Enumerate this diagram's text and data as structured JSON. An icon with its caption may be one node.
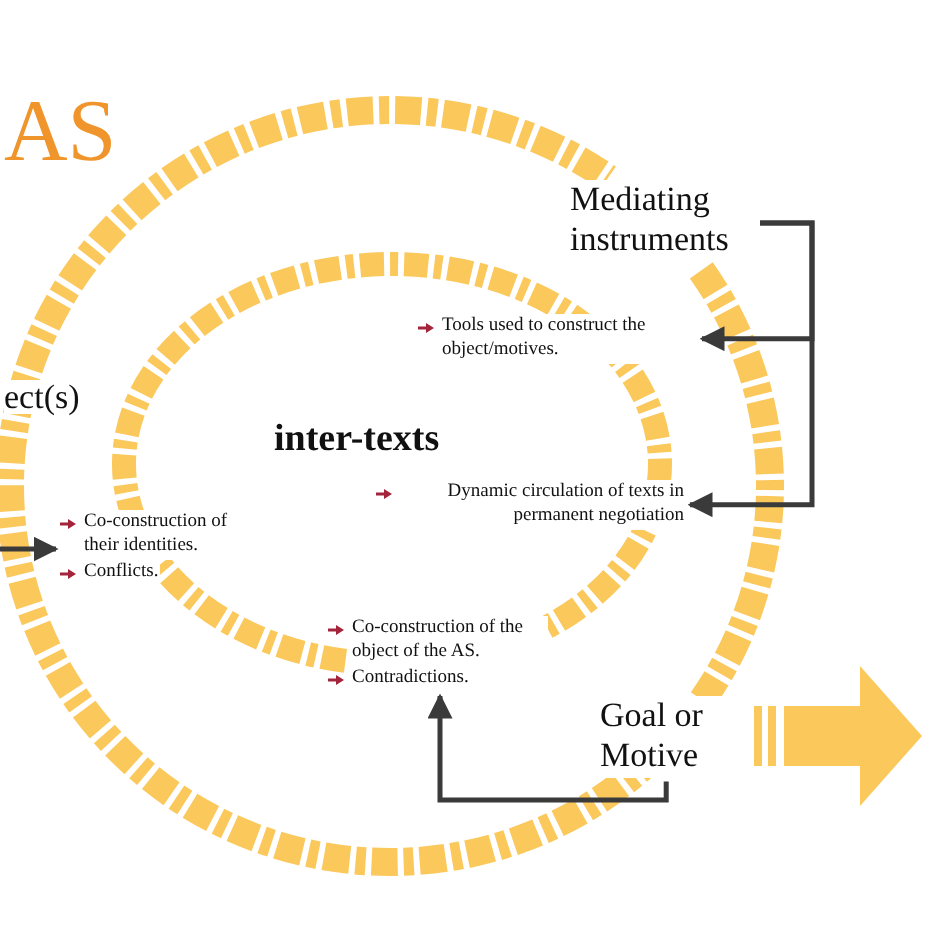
{
  "diagram": {
    "nodes": [
      {
        "text": [
          "Mediating instruments"
        ]
      },
      {
        "text": [
          "Tools used to construct the object/motives."
        ]
      },
      {
        "text": [
          "Dynamic circulation of texts in permanent negotiation"
        ]
      },
      {
        "text": [
          "Co-construction of their identities.",
          "Conflicts."
        ]
      },
      {
        "text": [
          "Co-construction of the object of the AS.",
          "Contradictions."
        ]
      },
      {
        "text": [
          "Goal or Motive"
        ]
      }
    ],
    "edges": [
      {
        "from": 0,
        "to": 1,
        "arrow": "to"
      },
      {
        "from": 0,
        "to": 2,
        "arrow": "to"
      },
      {
        "from": null,
        "to": 3,
        "arrow": "to"
      },
      {
        "from": 5,
        "to": 4,
        "arrow": "to"
      }
    ],
    "labels": [
      "AS",
      "ect(s)",
      "inter-texts"
    ]
  }
}
